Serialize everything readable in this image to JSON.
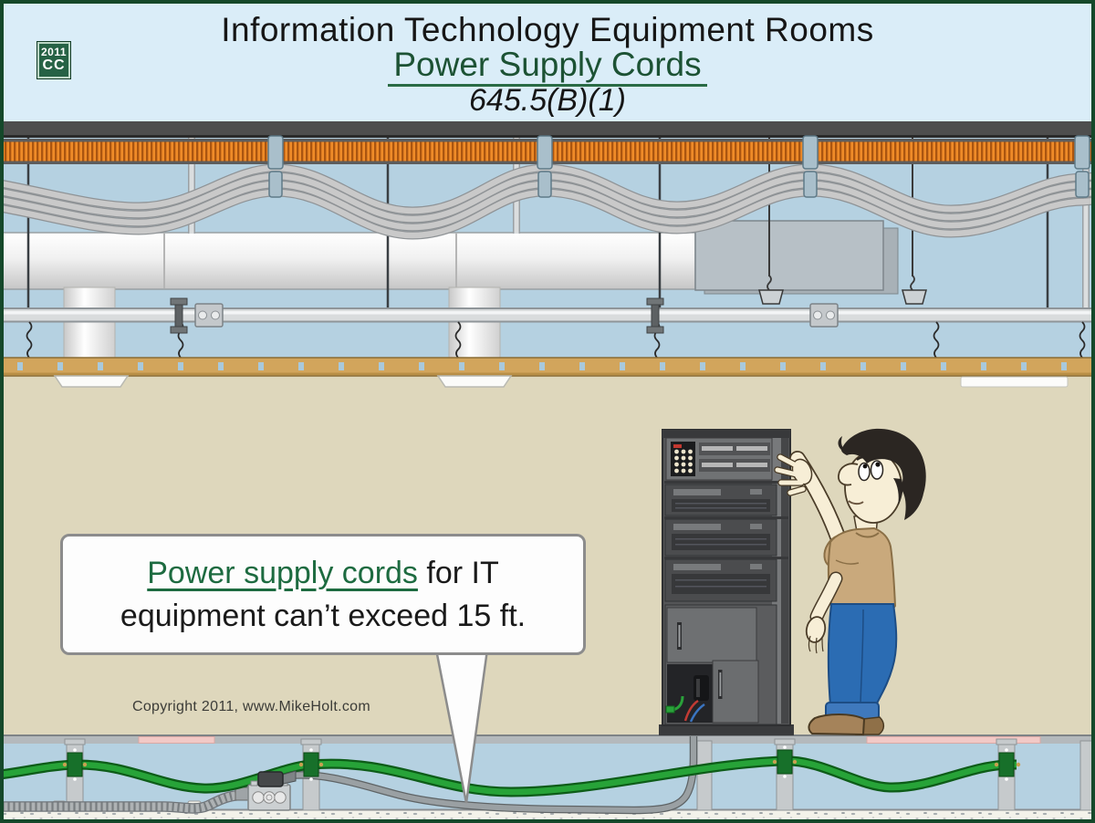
{
  "header": {
    "title": "Information Technology Equipment Rooms",
    "subtitle": "Power Supply Cords",
    "code_reference": "645.5(B)(1)",
    "badge": {
      "year": "2011",
      "edition": "CC"
    }
  },
  "speech_bubble": {
    "highlight": "Power supply cords",
    "rest": " for IT equipment can’t exceed 15 ft."
  },
  "footer": {
    "copyright": "Copyright 2011, www.MikeHolt.com"
  },
  "colors": {
    "border_green": "#15482a",
    "header_background": "#daedf8",
    "title_green": "#1c5234",
    "bubble_green": "#1d6b40",
    "cable_tray_orange": "#ef8b28",
    "plenum_blue": "#b5d1e1",
    "wall_tan": "#ded7bc",
    "power_cord_green": "#27a338",
    "jeans_blue": "#2b6cb3",
    "rack_gray": "#545557",
    "floor_tile_pink": "#f2c9c6"
  }
}
